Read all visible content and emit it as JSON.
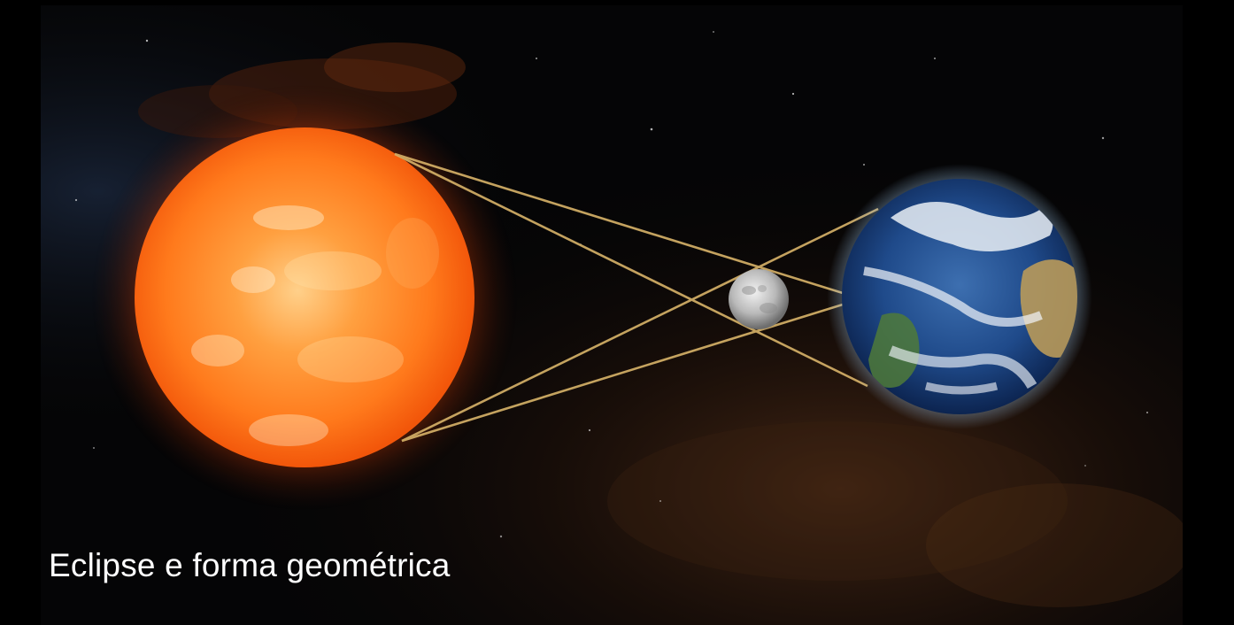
{
  "caption": "Eclipse e forma geométrica",
  "scene": {
    "bodies": [
      "sun",
      "moon",
      "earth"
    ],
    "line_color": "#d9b46a",
    "background_color": "#050506"
  }
}
